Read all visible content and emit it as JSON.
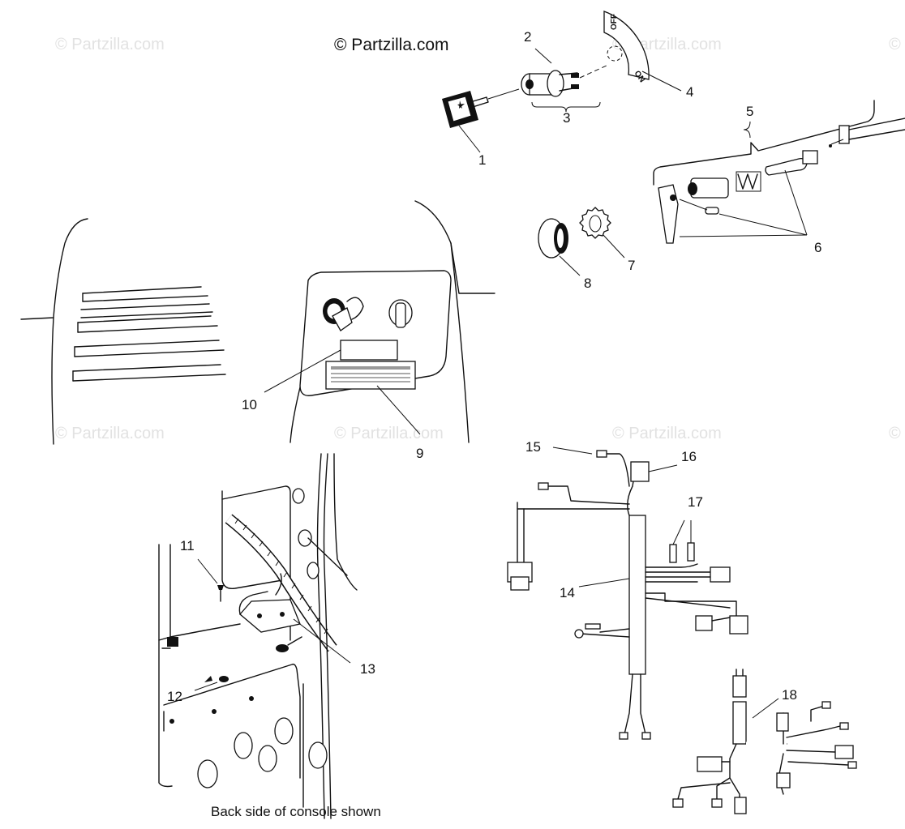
{
  "watermark": {
    "main_text": "© Partzilla.com",
    "faint_text": "© Partzilla.com"
  },
  "callouts": {
    "c1": "1",
    "c2": "2",
    "c3": "3",
    "c4": "4",
    "c5": "5",
    "c6": "6",
    "c7": "7",
    "c8": "8",
    "c9": "9",
    "c10": "10",
    "c11": "11",
    "c12": "12",
    "c13": "13",
    "c14": "14",
    "c15": "15",
    "c16": "16",
    "c17": "17",
    "c18": "18"
  },
  "switch_plate": {
    "off_label": "OFF",
    "on_label": "ON"
  },
  "caption": "Back side of console shown"
}
